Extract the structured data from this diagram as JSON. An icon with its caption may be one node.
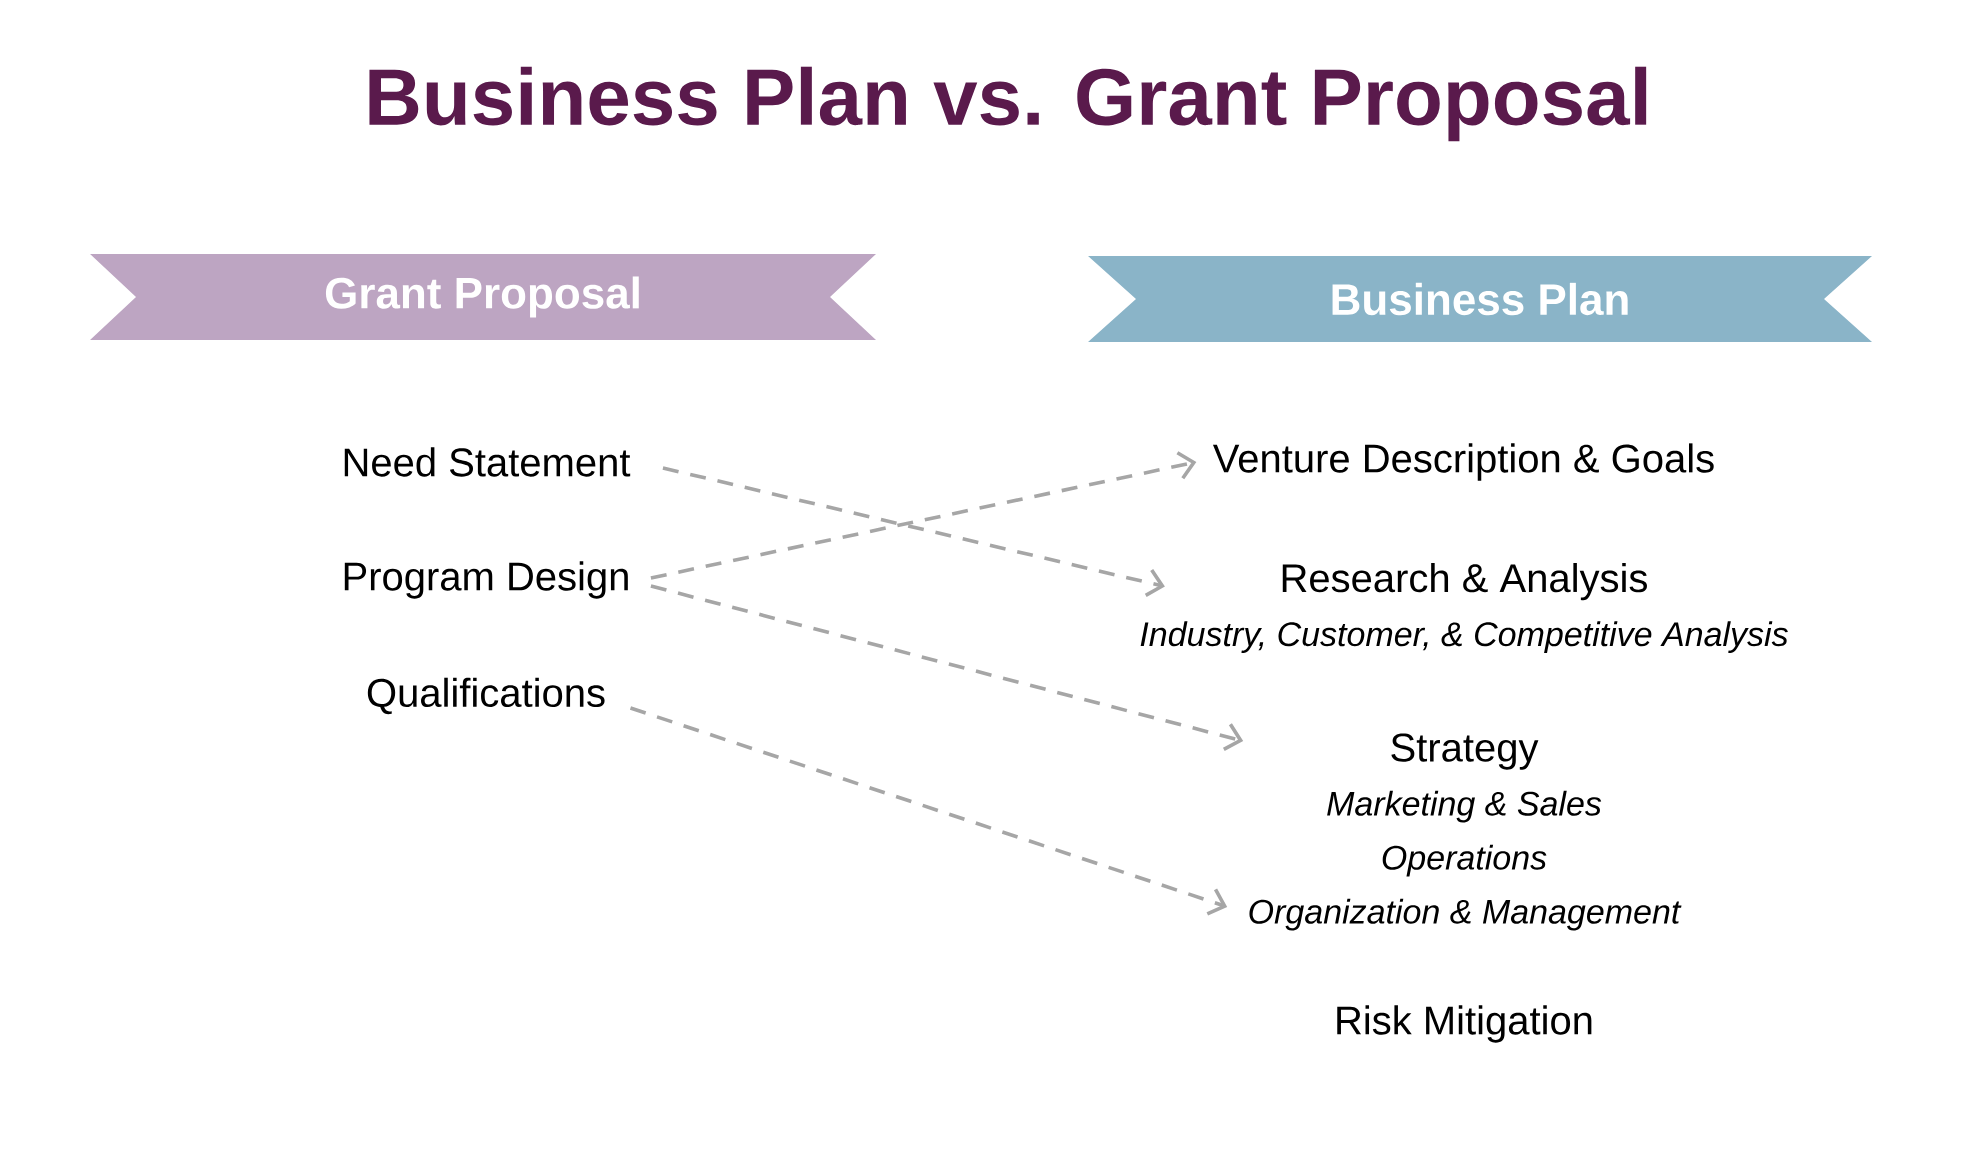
{
  "diagram": {
    "title": "Business Plan vs. Grant Proposal",
    "nodes": [
      {
        "text": [
          "Grant Proposal"
        ]
      },
      {
        "text": [
          "Business Plan"
        ]
      },
      {
        "text": [
          "Need Statement"
        ]
      },
      {
        "text": [
          "Program Design"
        ]
      },
      {
        "text": [
          "Qualifications"
        ]
      },
      {
        "text": [
          "Venture Description & Goals"
        ]
      },
      {
        "text": [
          "Research & Analysis",
          "Industry, Customer, & Competitive Analysis"
        ]
      },
      {
        "text": [
          "Strategy",
          "Marketing & Sales",
          "Operations",
          "Organization & Management"
        ]
      }
    ],
    "edges": [
      {
        "from": 2,
        "to": 6,
        "arrow": "to",
        "style": "dashed"
      },
      {
        "from": 3,
        "to": 5,
        "arrow": "to",
        "style": "dashed"
      },
      {
        "from": 3,
        "to": 7,
        "arrow": "to",
        "style": "dashed"
      },
      {
        "from": 4,
        "to": 7,
        "arrow": "to",
        "style": "dashed"
      }
    ],
    "labels": [
      "Risk Mitigation"
    ]
  }
}
